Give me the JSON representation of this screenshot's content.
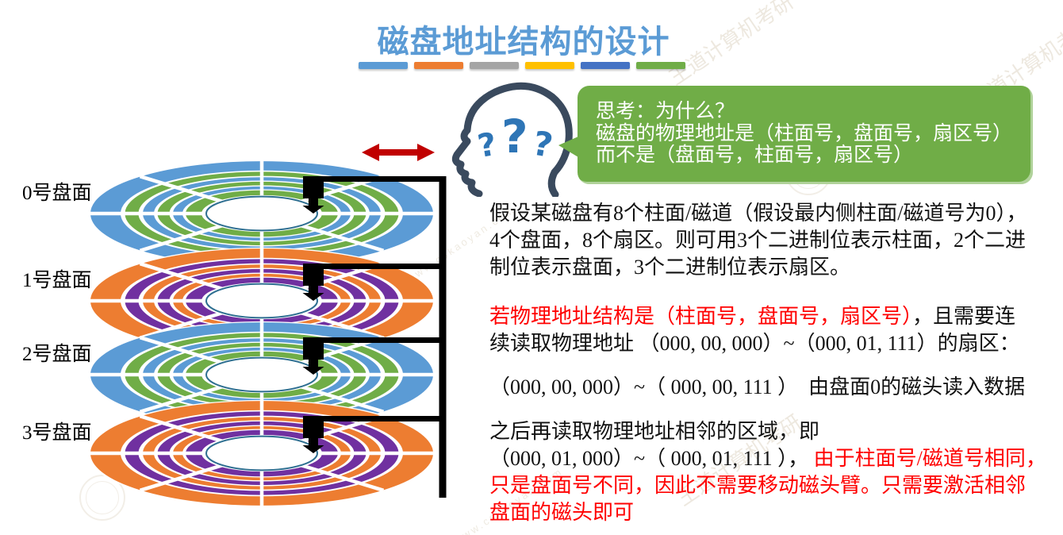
{
  "title": {
    "text": "磁盘地址结构的设计",
    "color": "#5B9BD5"
  },
  "divider_bars": {
    "colors": [
      "#5B9BD5",
      "#ED7D31",
      "#A5A5A5",
      "#FFC000",
      "#4472C4",
      "#70AD47"
    ]
  },
  "thinking": {
    "icon": "head-profile-with-question-marks",
    "question_mark": "?",
    "icon_outline_color": "#3A4A5E",
    "question_mark_color": "#2E75B6",
    "bubble": {
      "bg": "#70AD47",
      "text_color": "#FFFFFF",
      "lines": [
        "思考：为什么？",
        "磁盘的物理地址是（柱面号，盘面号，扇区号）",
        "而不是（盘面号，柱面号，扇区号）"
      ]
    }
  },
  "diagram": {
    "platters": [
      {
        "label": "0号盘面",
        "primary": "#5B9BD5",
        "secondary": "#70AD47"
      },
      {
        "label": "1号盘面",
        "primary": "#ED7D31",
        "secondary": "#7030A0"
      },
      {
        "label": "2号盘面",
        "primary": "#5B9BD5",
        "secondary": "#70AD47"
      },
      {
        "label": "3号盘面",
        "primary": "#ED7D31",
        "secondary": "#7030A0"
      }
    ],
    "hole_border_color": "#2E6F91",
    "arm_color": "#000000",
    "seek_arrow_color": "#C00000"
  },
  "body": {
    "text_color": "#111111",
    "highlight_color": "#FF0000",
    "paragraphs": [
      {
        "lines": [
          [
            {
              "t": "假设某磁盘有8个柱面/磁道（假设最内侧柱面/磁道号为0），",
              "c": "ink"
            }
          ],
          [
            {
              "t": "4个盘面，8个扇区。则可用3个二进制位表示柱面，2个二进",
              "c": "ink"
            }
          ],
          [
            {
              "t": "制位表示盘面，3个二进制位表示扇区。",
              "c": "ink"
            }
          ]
        ]
      },
      {
        "lines": [
          [
            {
              "t": "若物理地址结构是（柱面号，盘面号，扇区号）",
              "c": "red"
            },
            {
              "t": "，且需要连",
              "c": "ink"
            }
          ],
          [
            {
              "t": "续读取物理地址 （000, 00, 000）~（000, 01, 111）的扇区：",
              "c": "ink"
            }
          ]
        ]
      },
      {
        "lines": [
          [
            {
              "t": "（000, 00, 000）~（ 000, 00, 111 ）  由盘面0的磁头读入数据",
              "c": "ink"
            }
          ]
        ]
      },
      {
        "lines": [
          [
            {
              "t": "之后再读取物理地址相邻的区域，即",
              "c": "ink"
            }
          ],
          [
            {
              "t": "（000, 01, 000）~（ 000, 01, 111 ）， ",
              "c": "ink"
            },
            {
              "t": "由于柱面号/磁道号相同，",
              "c": "red"
            }
          ],
          [
            {
              "t": "只是盘面号不同，因此不需要移动磁头臂。只需要激活相邻",
              "c": "red"
            }
          ],
          [
            {
              "t": "盘面的磁头即可",
              "c": "red"
            }
          ]
        ]
      }
    ]
  },
  "watermark": {
    "brand": "王道计算机考研",
    "site": "www.cskaoyan.com"
  }
}
